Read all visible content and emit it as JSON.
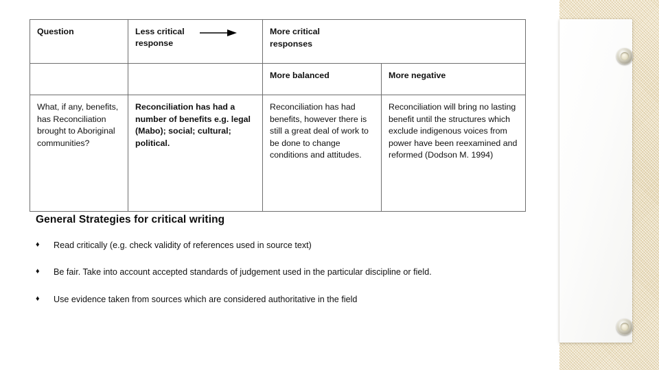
{
  "slide": {
    "background_color": "#ffffff",
    "decoration": {
      "strip_color": "#ecdfbe",
      "plaque_color": "#ffffff",
      "grommet_top_name": "grommet-top",
      "grommet_bottom_name": "grommet-bottom"
    }
  },
  "table": {
    "headers_main": {
      "question": "Question",
      "less_critical": "Less critical\nresponse",
      "less_critical_line1": "Less critical",
      "less_critical_line2": "response",
      "arrow": "right-arrow",
      "more_critical_line1": "More critical",
      "more_critical_line2": "responses"
    },
    "headers_sub": {
      "question": "",
      "less_critical": "",
      "more_balanced": "More balanced",
      "more_negative": "More negative"
    },
    "row": {
      "question": "What, if any, benefits, has Reconciliation brought to Aboriginal communities?",
      "less_critical": "Reconciliation has had a number of benefits e.g. legal (Mabo); social; cultural; political.",
      "more_balanced": "Reconciliation has had benefits, however there is still a great deal of work to be done to change conditions and attitudes.",
      "more_negative": "Reconciliation will bring no lasting benefit until the structures which exclude indigenous voices from power have been reexamined and reformed (Dodson M. 1994)"
    }
  },
  "strategies": {
    "heading": "General Strategies for critical writing",
    "bullet_glyph": "♦",
    "items": [
      "Read critically (e.g. check validity of references used in source text)",
      "Be fair.  Take into account accepted standards of judgement used in the particular discipline or field.",
      "Use evidence taken from sources which are considered authoritative in the field"
    ]
  }
}
